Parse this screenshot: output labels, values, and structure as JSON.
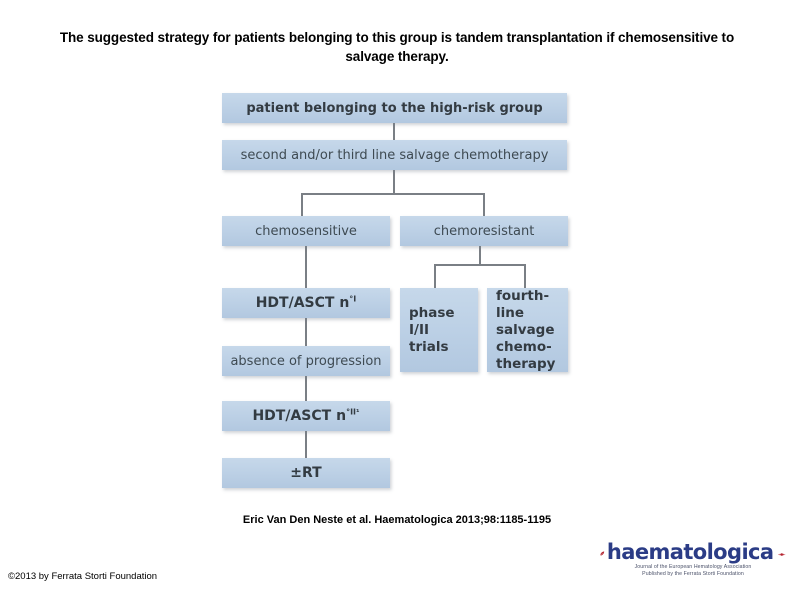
{
  "slide": {
    "title": "The suggested strategy for patients belonging to this group is tandem transplantation if chemosensitive to salvage therapy.",
    "citation": "Eric Van Den Neste et al. Haematologica 2013;98:1185-1195",
    "copyright": "©2013 by Ferrata Storti Foundation",
    "background_color": "#ffffff"
  },
  "logo": {
    "wordmark": "haematologica",
    "wordmark_color": "#2b3c86",
    "accent_color": "#b32430",
    "tagline_line1": "Journal of the European Hematology Association",
    "tagline_line2": "Published by the Ferrata Storti Foundation"
  },
  "flowchart": {
    "node_fill_color": "#bdd1e6",
    "node_text_color": "#3e4a52",
    "connector_color": "#7a7f85",
    "nodes": [
      {
        "id": "high-risk-group",
        "label": "patient belonging to the high-risk group"
      },
      {
        "id": "salvage-chemotherapy",
        "label": "second and/or third line salvage chemotherapy"
      },
      {
        "id": "chemosensitive",
        "label": "chemosensitive"
      },
      {
        "id": "chemoresistant",
        "label": "chemoresistant"
      },
      {
        "id": "hdt-asct-1",
        "label": "HDT/ASCT n°I",
        "base": "HDT/ASCT n",
        "sup": "°I"
      },
      {
        "id": "absence-of-progression",
        "label": "absence of progression"
      },
      {
        "id": "hdt-asct-2",
        "label": "HDT/ASCT n°II¹",
        "base": "HDT/ASCT n",
        "sup": "°II¹"
      },
      {
        "id": "rt",
        "label": "±RT"
      },
      {
        "id": "phase-trials",
        "label": "phase I/II trials"
      },
      {
        "id": "fourth-line",
        "label": "fourth-line salvage chemo-therapy"
      }
    ]
  }
}
